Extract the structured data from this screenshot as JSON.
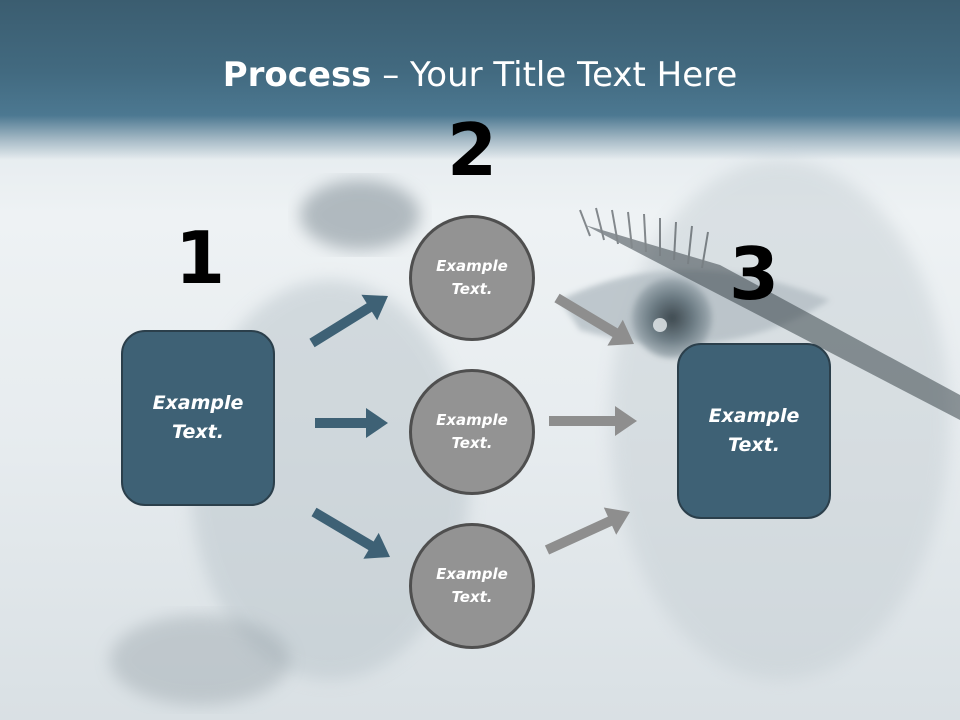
{
  "title": {
    "bold": "Process",
    "rest": " – Your Title Text Here"
  },
  "steps": {
    "one": "1",
    "two": "2",
    "three": "3"
  },
  "left_box": {
    "line1": "Example",
    "line2": "Text."
  },
  "circles": [
    {
      "line1": "Example",
      "line2": "Text."
    },
    {
      "line1": "Example",
      "line2": "Text."
    },
    {
      "line1": "Example",
      "line2": "Text."
    }
  ],
  "right_box": {
    "line1": "Example",
    "line2": "Text."
  },
  "colors": {
    "header": "#426a80",
    "box_fill": "#3e6175",
    "circle_fill": "#939393",
    "arrow_dark": "#3e6175",
    "arrow_gray": "#8e8e8e"
  }
}
